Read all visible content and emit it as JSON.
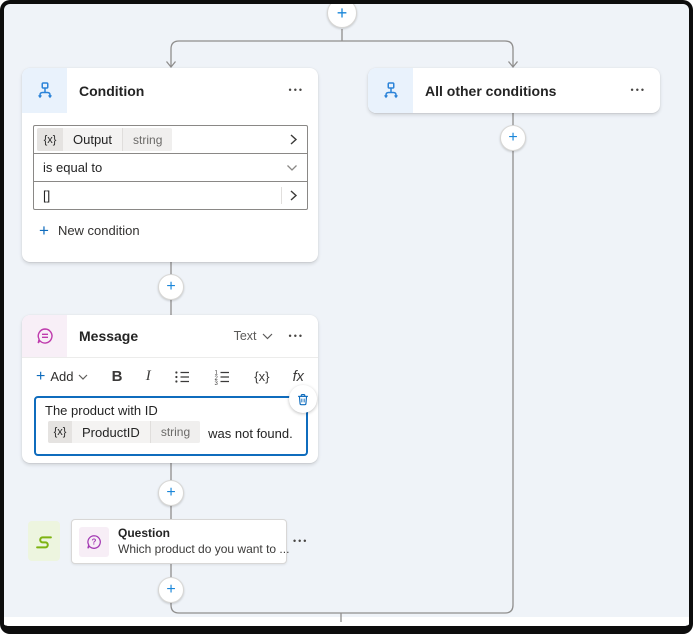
{
  "icons": {
    "plus": "+",
    "more": "•••"
  },
  "colors": {
    "canvas_bg": "#eff3f8",
    "accent_blue": "#0f6cbd",
    "branch_icon_blue": "#2b83d8",
    "branch_icon_bg": "#e9f2fc",
    "message_icon_magenta": "#bf3bad",
    "message_icon_bg": "#f8eff7",
    "question_icon_purple": "#a43bb4",
    "question_icon_bg": "#f7eef6",
    "goto_icon_green": "#7eb312",
    "goto_icon_bg": "#edf5df",
    "connector_gray": "#8f8e8d",
    "editor_border_blue": "#0f6cbd"
  },
  "condition": {
    "title": "Condition",
    "variable": {
      "badge": "{x}",
      "name": "Output",
      "type": "string"
    },
    "operator": "is equal to",
    "value": "[]",
    "new_condition_label": "New condition"
  },
  "all_other_conditions": {
    "title": "All other conditions"
  },
  "message": {
    "title": "Message",
    "mode": "Text",
    "toolbar": {
      "add": "Add",
      "bold": "B",
      "italic": "I",
      "variable": "{x}",
      "formula": "fx"
    },
    "body": {
      "line1": "The product with ID",
      "chip": {
        "badge": "{x}",
        "name": "ProductID",
        "type": "string"
      },
      "line2_suffix": "was not found."
    }
  },
  "question": {
    "title": "Question",
    "subtitle": "Which product do you want to ..."
  }
}
